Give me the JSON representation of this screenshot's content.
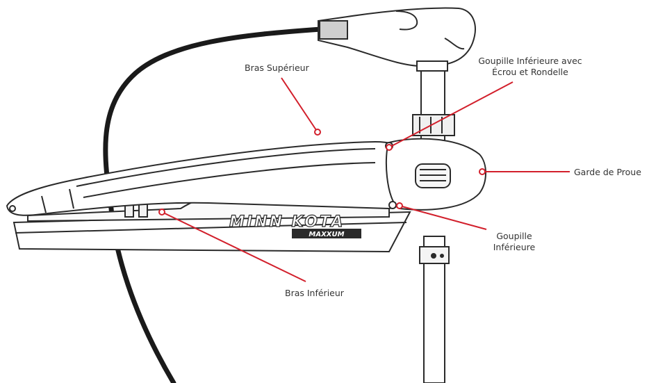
{
  "diagram": {
    "labels": {
      "upper_arm": "Bras Supérieur",
      "lower_pin_nut_line1": "Goupille Inférieure avec",
      "lower_pin_nut_line2": "Écrou et Rondelle",
      "bow_guard": "Garde de Proue",
      "lower_pin_line1": "Goupille",
      "lower_pin_line2": "Inférieure",
      "lower_arm": "Bras Inférieur"
    },
    "logo": {
      "brand": "MINN KOTA",
      "model": "MAXXUM"
    },
    "colors": {
      "leader": "#d21f2b",
      "outline": "#2a2a2a",
      "cable": "#1a1a1a"
    }
  }
}
